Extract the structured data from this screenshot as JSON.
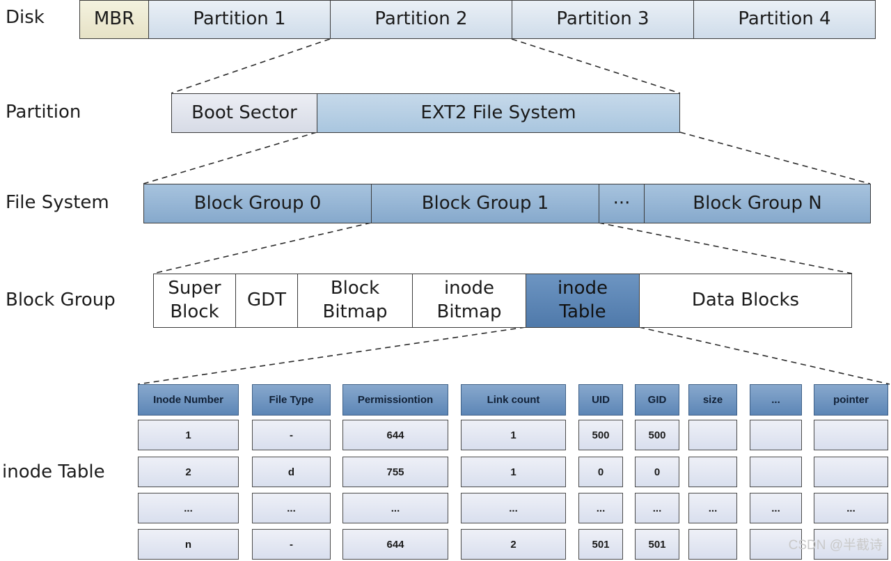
{
  "row_labels": {
    "disk": "Disk",
    "partition": "Partition",
    "file_system": "File System",
    "block_group": "Block Group",
    "inode_table": "inode Table"
  },
  "disk": {
    "mbr": "MBR",
    "partitions": [
      "Partition 1",
      "Partition 2",
      "Partition 3",
      "Partition 4"
    ]
  },
  "partition": {
    "boot_sector": "Boot Sector",
    "ext2": "EXT2 File System"
  },
  "file_system": {
    "groups": [
      "Block Group 0",
      "Block Group 1",
      "···",
      "Block Group N"
    ]
  },
  "block_group": {
    "parts": [
      {
        "l1": "Super",
        "l2": "Block"
      },
      {
        "l1": "GDT",
        "l2": ""
      },
      {
        "l1": "Block",
        "l2": "Bitmap"
      },
      {
        "l1": "inode",
        "l2": "Bitmap"
      },
      {
        "l1": "inode",
        "l2": "Table"
      },
      {
        "l1": "Data Blocks",
        "l2": ""
      }
    ]
  },
  "inode_table": {
    "headers": [
      "Inode Number",
      "File Type",
      "Permissiontion",
      "Link count",
      "UID",
      "GID",
      "size",
      "...",
      "pointer"
    ],
    "rows": [
      [
        "1",
        "-",
        "644",
        "1",
        "500",
        "500",
        "",
        "",
        ""
      ],
      [
        "2",
        "d",
        "755",
        "1",
        "0",
        "0",
        "",
        "",
        ""
      ],
      [
        "...",
        "...",
        "...",
        "...",
        "...",
        "...",
        "...",
        "...",
        "..."
      ],
      [
        "n",
        "-",
        "644",
        "2",
        "501",
        "501",
        "",
        "",
        ""
      ]
    ]
  },
  "colors": {
    "mbr": "#ebe7cf",
    "partition": "#d8e3ee",
    "ext2": "#b3cde3",
    "block_group": "#93b3d3",
    "inode_table_highlight": "#5b84b5",
    "table_header": "#6f93bf",
    "table_cell": "#e2e6f1"
  },
  "watermark": "CSDN @半截诗"
}
